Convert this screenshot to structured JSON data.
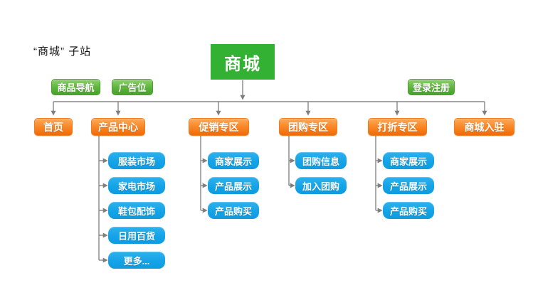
{
  "title": "“商城” 子站",
  "root": {
    "label": "商城"
  },
  "floating_buttons": [
    {
      "label": "商品导航"
    },
    {
      "label": "广告位"
    },
    {
      "label": "登录注册"
    }
  ],
  "sections": [
    {
      "label": "首页",
      "children": []
    },
    {
      "label": "产品中心",
      "children": [
        {
          "label": "服装市场"
        },
        {
          "label": "家电市场"
        },
        {
          "label": "鞋包配饰"
        },
        {
          "label": "日用百货"
        },
        {
          "label": "更多..."
        }
      ]
    },
    {
      "label": "促销专区",
      "children": [
        {
          "label": "商家展示"
        },
        {
          "label": "产品展示"
        },
        {
          "label": "产品购买"
        }
      ]
    },
    {
      "label": "团购专区",
      "children": [
        {
          "label": "团购信息"
        },
        {
          "label": "加入团购"
        }
      ]
    },
    {
      "label": "打折专区",
      "children": [
        {
          "label": "商家展示"
        },
        {
          "label": "产品展示"
        },
        {
          "label": "产品购买"
        }
      ]
    },
    {
      "label": "商城入驻",
      "children": []
    }
  ],
  "colors": {
    "root_green": "#33b133",
    "button_green": "#4ca82e",
    "section_orange": "#f4750f",
    "child_blue": "#12a2e6",
    "connector_gray": "#858585"
  }
}
